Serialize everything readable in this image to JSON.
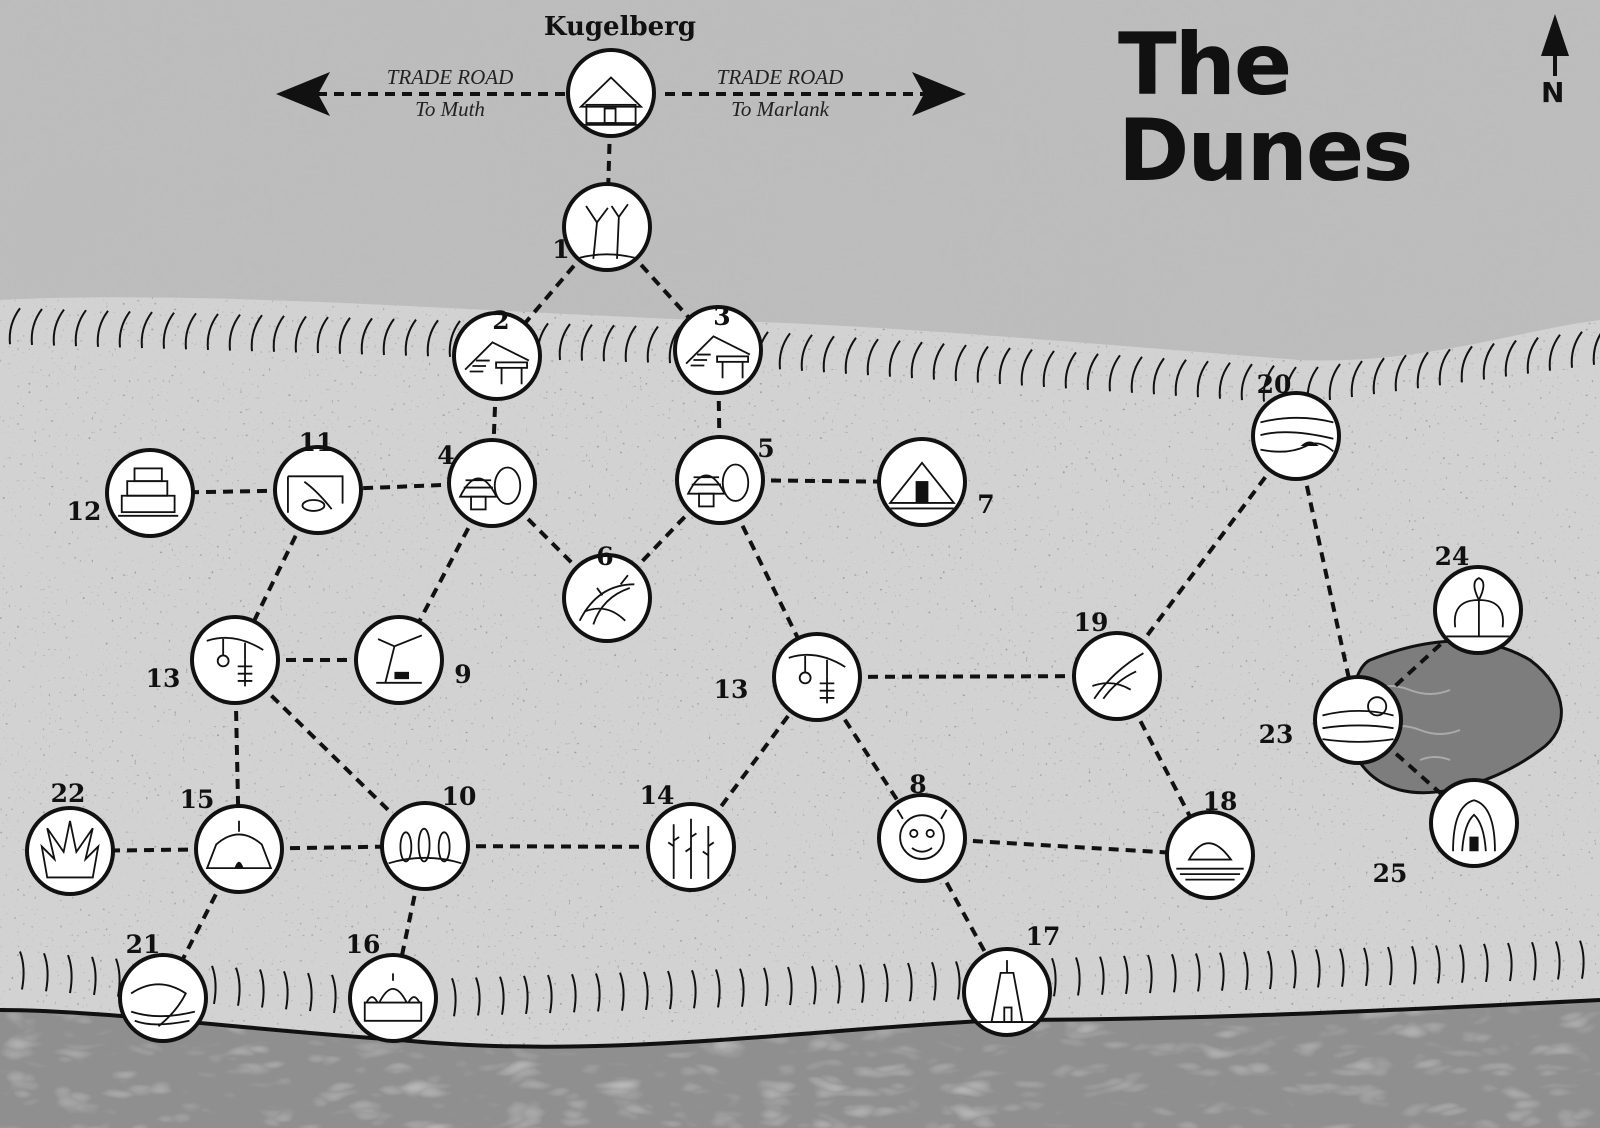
{
  "map": {
    "title": "The Dunes",
    "north_label": "N",
    "start": {
      "name": "Kugelberg",
      "icon": "cabin-icon"
    },
    "roads": [
      {
        "id": "west",
        "label": "TRADE ROAD",
        "destination": "To Muth"
      },
      {
        "id": "east",
        "label": "TRADE ROAD",
        "destination": "To Marlank"
      }
    ],
    "colors": {
      "sky": "#bdbdbd",
      "desert": "#d2d2d2",
      "water": "#8f8f8f",
      "ink": "#111111"
    },
    "locations": [
      {
        "id": "n1",
        "label": "1",
        "icon": "dead-trees-icon"
      },
      {
        "id": "n2",
        "label": "2",
        "icon": "dolmen-icon"
      },
      {
        "id": "n3",
        "label": "3",
        "icon": "dolmen-icon"
      },
      {
        "id": "n4",
        "label": "4",
        "icon": "hut-and-shield-icon"
      },
      {
        "id": "n5",
        "label": "5",
        "icon": "hut-and-shield-icon"
      },
      {
        "id": "n6",
        "label": "6",
        "icon": "thorn-bush-icon"
      },
      {
        "id": "n7",
        "label": "7",
        "icon": "tent-cave-icon"
      },
      {
        "id": "n8",
        "label": "8",
        "icon": "monster-face-icon"
      },
      {
        "id": "n9",
        "label": "9",
        "icon": "tree-grave-icon"
      },
      {
        "id": "n10",
        "label": "10",
        "icon": "cypress-hills-icon"
      },
      {
        "id": "n11",
        "label": "11",
        "icon": "ruins-icon"
      },
      {
        "id": "n12",
        "label": "12",
        "icon": "rock-pile-icon"
      },
      {
        "id": "n13a",
        "label": "13",
        "icon": "gallows-icon"
      },
      {
        "id": "n13b",
        "label": "13",
        "icon": "gallows-icon"
      },
      {
        "id": "n14",
        "label": "14",
        "icon": "cacti-icon"
      },
      {
        "id": "n15",
        "label": "15",
        "icon": "pavilion-tent-icon"
      },
      {
        "id": "n16",
        "label": "16",
        "icon": "domed-palace-icon"
      },
      {
        "id": "n17",
        "label": "17",
        "icon": "tower-icon"
      },
      {
        "id": "n18",
        "label": "18",
        "icon": "boulder-field-icon"
      },
      {
        "id": "n19",
        "label": "19",
        "icon": "grass-plant-icon"
      },
      {
        "id": "n20",
        "label": "20",
        "icon": "dune-wave-icon"
      },
      {
        "id": "n21",
        "label": "21",
        "icon": "coast-cliff-icon"
      },
      {
        "id": "n22",
        "label": "22",
        "icon": "spiky-creature-icon"
      },
      {
        "id": "n23",
        "label": "23",
        "icon": "lake-shore-icon"
      },
      {
        "id": "n24",
        "label": "24",
        "icon": "willow-grove-icon"
      },
      {
        "id": "n25",
        "label": "25",
        "icon": "weeping-tree-icon"
      }
    ],
    "connections": [
      [
        "start",
        "n1"
      ],
      [
        "n1",
        "n2"
      ],
      [
        "n1",
        "n3"
      ],
      [
        "n2",
        "n4"
      ],
      [
        "n3",
        "n5"
      ],
      [
        "n4",
        "n11"
      ],
      [
        "n11",
        "n12"
      ],
      [
        "n4",
        "n6"
      ],
      [
        "n5",
        "n6"
      ],
      [
        "n5",
        "n7"
      ],
      [
        "n4",
        "n9"
      ],
      [
        "n5",
        "n13b"
      ],
      [
        "n11",
        "n13a"
      ],
      [
        "n13a",
        "n9"
      ],
      [
        "n13a",
        "n15"
      ],
      [
        "n13a",
        "n10"
      ],
      [
        "n15",
        "n22"
      ],
      [
        "n15",
        "n10"
      ],
      [
        "n15",
        "n21"
      ],
      [
        "n10",
        "n14"
      ],
      [
        "n10",
        "n16"
      ],
      [
        "n14",
        "n13b"
      ],
      [
        "n13b",
        "n8"
      ],
      [
        "n13b",
        "n19"
      ],
      [
        "n8",
        "n17"
      ],
      [
        "n8",
        "n18"
      ],
      [
        "n19",
        "n18"
      ],
      [
        "n19",
        "n20"
      ],
      [
        "n20",
        "n23"
      ],
      [
        "n23",
        "n24"
      ],
      [
        "n23",
        "n25"
      ]
    ]
  }
}
